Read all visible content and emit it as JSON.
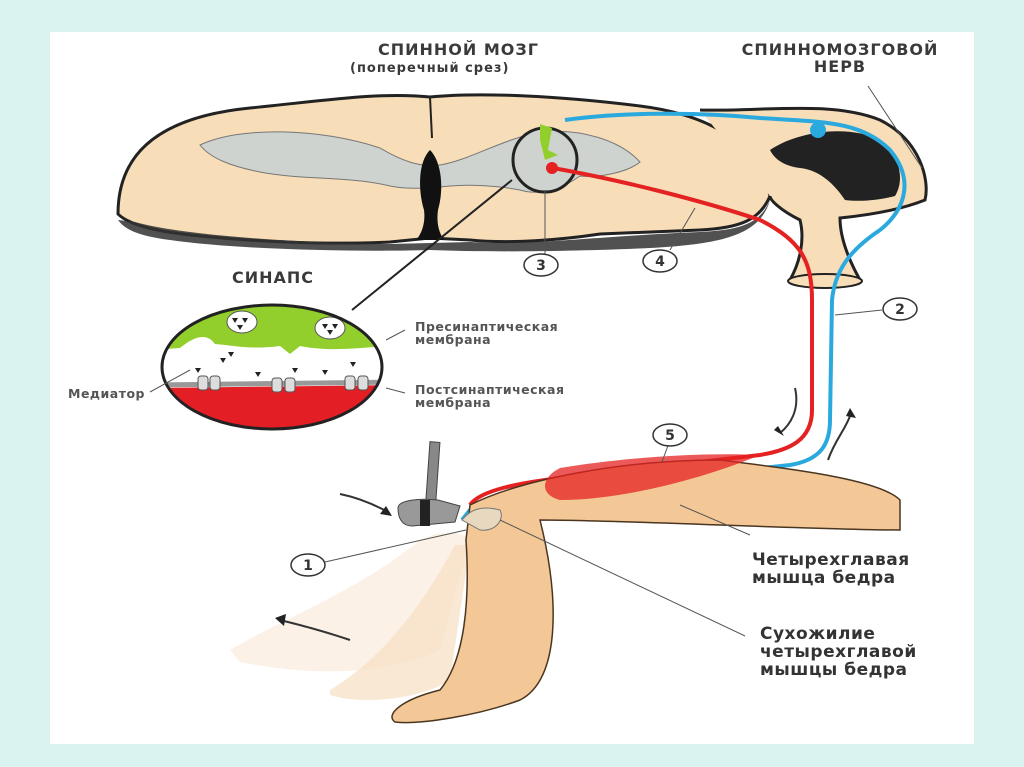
{
  "diagram": {
    "spinal_cord": {
      "title": "СПИННОЙ МОЗГ",
      "subtitle": "(поперечный срез)"
    },
    "spinal_nerve": {
      "title": "СПИННОМОЗГОВОЙ\nНЕРВ"
    },
    "synapse": {
      "title": "СИНАПС",
      "presynaptic_label": "Пресинаптическая\nмембрана",
      "postsynaptic_label": "Постсинаптическая\nмембрана",
      "mediator_label": "Медиатор"
    },
    "muscle_label": "Четырехглавая\nмышца бедра",
    "tendon_label": "Сухожилие\nчетырехглавой\nмышцы бедра",
    "markers": [
      "1",
      "2",
      "3",
      "4",
      "5"
    ],
    "colors": {
      "background": "#daf3f1",
      "cord_fill": "#f7ddb8",
      "grey_matter": "#cfd3cf",
      "sensory_nerve": "#2aa9df",
      "motor_nerve": "#e52222",
      "synapse_pre": "#93cf2c",
      "synapse_post": "#e41e25",
      "skin": "#f3c896"
    }
  }
}
